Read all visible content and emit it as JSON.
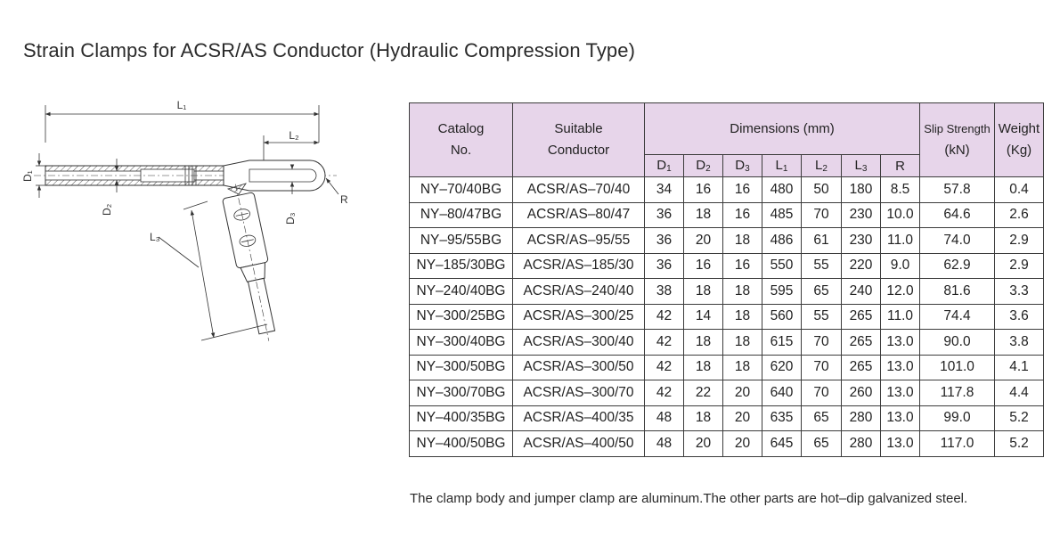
{
  "title": "Strain Clamps for ACSR/AS Conductor (Hydraulic Compression Type)",
  "drawing": {
    "labels": {
      "L1": "L₁",
      "L2": "L₂",
      "L3": "L₃",
      "D1": "D₁",
      "D2": "D₂",
      "D3": "D₃",
      "R": "R"
    }
  },
  "table": {
    "header": {
      "catalog_line1": "Catalog",
      "catalog_line2": "No.",
      "conductor_line1": "Suitable",
      "conductor_line2": "Conductor",
      "dimensions": "Dimensions (mm)",
      "slip_line1": "Slip Strength",
      "slip_line2": "(kN)",
      "weight_line1": "Weight",
      "weight_line2": "(Kg)",
      "sub": [
        {
          "base": "D",
          "idx": "1"
        },
        {
          "base": "D",
          "idx": "2"
        },
        {
          "base": "D",
          "idx": "3"
        },
        {
          "base": "L",
          "idx": "1"
        },
        {
          "base": "L",
          "idx": "2"
        },
        {
          "base": "L",
          "idx": "3"
        },
        {
          "base": "R",
          "idx": ""
        }
      ]
    },
    "rows": [
      [
        "NY–70/40BG",
        "ACSR/AS–70/40",
        "34",
        "16",
        "16",
        "480",
        "50",
        "180",
        "8.5",
        "57.8",
        "0.4"
      ],
      [
        "NY–80/47BG",
        "ACSR/AS–80/47",
        "36",
        "18",
        "16",
        "485",
        "70",
        "230",
        "10.0",
        "64.6",
        "2.6"
      ],
      [
        "NY–95/55BG",
        "ACSR/AS–95/55",
        "36",
        "20",
        "18",
        "486",
        "61",
        "230",
        "11.0",
        "74.0",
        "2.9"
      ],
      [
        "NY–185/30BG",
        "ACSR/AS–185/30",
        "36",
        "16",
        "16",
        "550",
        "55",
        "220",
        "9.0",
        "62.9",
        "2.9"
      ],
      [
        "NY–240/40BG",
        "ACSR/AS–240/40",
        "38",
        "18",
        "18",
        "595",
        "65",
        "240",
        "12.0",
        "81.6",
        "3.3"
      ],
      [
        "NY–300/25BG",
        "ACSR/AS–300/25",
        "42",
        "14",
        "18",
        "560",
        "55",
        "265",
        "11.0",
        "74.4",
        "3.6"
      ],
      [
        "NY–300/40BG",
        "ACSR/AS–300/40",
        "42",
        "18",
        "18",
        "615",
        "70",
        "265",
        "13.0",
        "90.0",
        "3.8"
      ],
      [
        "NY–300/50BG",
        "ACSR/AS–300/50",
        "42",
        "18",
        "18",
        "620",
        "70",
        "265",
        "13.0",
        "101.0",
        "4.1"
      ],
      [
        "NY–300/70BG",
        "ACSR/AS–300/70",
        "42",
        "22",
        "20",
        "640",
        "70",
        "260",
        "13.0",
        "117.8",
        "4.4"
      ],
      [
        "NY–400/35BG",
        "ACSR/AS–400/35",
        "48",
        "18",
        "20",
        "635",
        "65",
        "280",
        "13.0",
        "99.0",
        "5.2"
      ],
      [
        "NY–400/50BG",
        "ACSR/AS–400/50",
        "48",
        "20",
        "20",
        "645",
        "65",
        "280",
        "13.0",
        "117.0",
        "5.2"
      ]
    ]
  },
  "note": "The clamp body and jumper clamp are aluminum.The other parts are hot–dip galvanized steel."
}
